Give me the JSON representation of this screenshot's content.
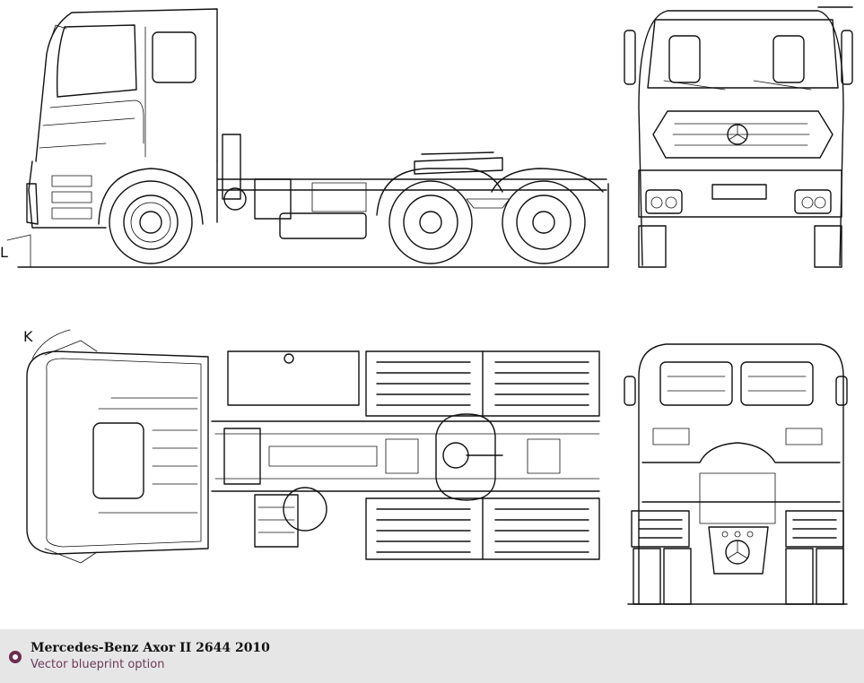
{
  "blueprint": {
    "label_l": "L",
    "label_k": "K"
  },
  "footer": {
    "icon": "circle-bullet-icon",
    "title": "Mercedes-Benz Axor II 2644 2010",
    "subtitle": "Vector blueprint option",
    "accent_color": "#6b2e4f"
  }
}
